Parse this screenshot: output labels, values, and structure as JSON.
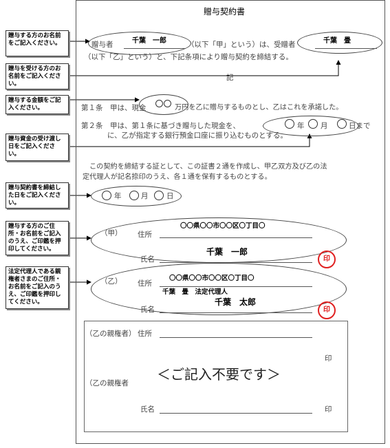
{
  "document": {
    "title": "贈与契約書",
    "donor_label": "贈与者",
    "donor_name": "千葉　一郎",
    "donor_suffix": "（以下「甲」という）は、受贈者",
    "donee_name": "千葉　畳",
    "intro_line2": "（以下「乙」という）と、下記条項により贈与契約を締結する。",
    "ki": "記",
    "article1_a": "第１条　甲は、現金",
    "article1_b": "万円を乙に贈与するものとし、乙はこれを承諾した。",
    "article2_a": "第２条　甲は、第１条に基づき贈与した現金を、",
    "article2_year": "年",
    "article2_month": "月",
    "article2_day": "日まで",
    "article2_b": "に、乙が指定する銀行預金口座に振り込むものとする。",
    "closing_1": "この契約を締結する証として、この証書２通を作成し、甲乙双方及び乙の法",
    "closing_2": "定代理人が記名捺印のうえ、各１通を保有するものとする。",
    "date_year": "年",
    "date_month": "月",
    "date_day": "日",
    "party_a_label": "（甲）",
    "party_b_label": "（乙）",
    "address_label": "住所",
    "name_label": "氏名",
    "address_value": "〇〇県〇〇市〇〇区〇丁目〇",
    "party_a_name": "千葉　一郎",
    "party_b_note": "千葉　畳　法定代理人",
    "party_b_name": "千葉　太郎",
    "seal": "印",
    "guardian_label": "（乙の親権者）",
    "guardian_label_2": "（乙の親権者",
    "no_entry": "＜ご記入不要です＞",
    "placeholder_circles": "〇〇"
  },
  "callouts": [
    "贈与する方のお名前をご記入ください。",
    "贈与を受ける方のお名前をご記入ください。",
    "贈与する金額をご記入ください。",
    "贈与資金の受け渡し日をご記入ください。",
    "贈与契約書を締結した日をご記入ください。",
    "贈与する方のご住所・お名前をご記入のうえ、ご印鑑を押印してください。",
    "法定代理人である親権者さまのご住所・お名前をご記入のうえ、ご印鑑を押印してください。"
  ],
  "colors": {
    "seal": "#e02020",
    "line": "#444444"
  }
}
